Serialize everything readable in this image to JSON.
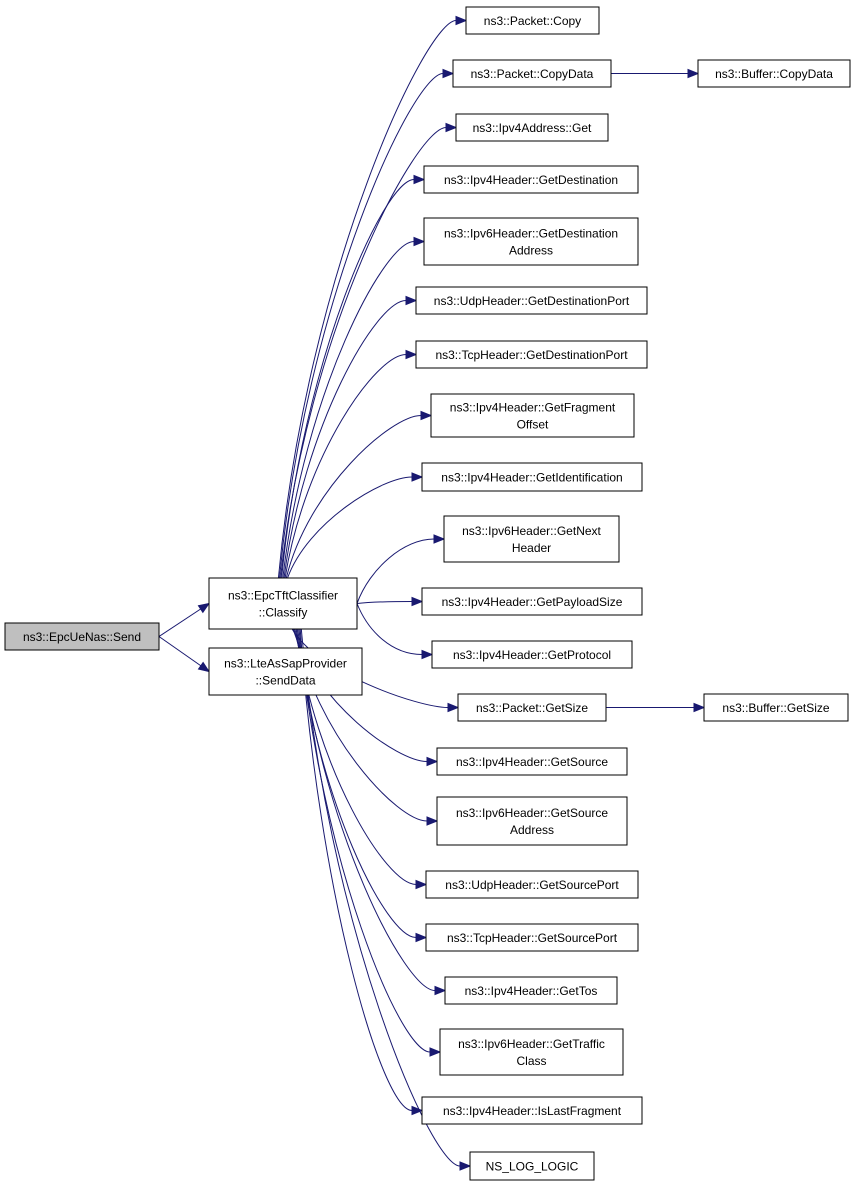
{
  "colors": {
    "edge": "#191970",
    "root_fill": "#bfbfbf",
    "node_fill": "#ffffff",
    "border": "#000000"
  },
  "nodes": [
    {
      "id": "send",
      "lines": [
        "ns3::EpcUeNas::Send"
      ]
    },
    {
      "id": "classify",
      "lines": [
        "ns3::EpcTftClassifier",
        "::Classify"
      ]
    },
    {
      "id": "senddata",
      "lines": [
        "ns3::LteAsSapProvider",
        "::SendData"
      ]
    },
    {
      "id": "copy",
      "lines": [
        "ns3::Packet::Copy"
      ]
    },
    {
      "id": "copydata",
      "lines": [
        "ns3::Packet::CopyData"
      ]
    },
    {
      "id": "bufcopydata",
      "lines": [
        "ns3::Buffer::CopyData"
      ]
    },
    {
      "id": "ipv4get",
      "lines": [
        "ns3::Ipv4Address::Get"
      ]
    },
    {
      "id": "ipv4dest",
      "lines": [
        "ns3::Ipv4Header::GetDestination"
      ]
    },
    {
      "id": "ipv6dest",
      "lines": [
        "ns3::Ipv6Header::GetDestination",
        "Address"
      ]
    },
    {
      "id": "udpdport",
      "lines": [
        "ns3::UdpHeader::GetDestinationPort"
      ]
    },
    {
      "id": "tcpdport",
      "lines": [
        "ns3::TcpHeader::GetDestinationPort"
      ]
    },
    {
      "id": "fragoff",
      "lines": [
        "ns3::Ipv4Header::GetFragment",
        "Offset"
      ]
    },
    {
      "id": "ident",
      "lines": [
        "ns3::Ipv4Header::GetIdentification"
      ]
    },
    {
      "id": "nexthdr",
      "lines": [
        "ns3::Ipv6Header::GetNext",
        "Header"
      ]
    },
    {
      "id": "payload",
      "lines": [
        "ns3::Ipv4Header::GetPayloadSize"
      ]
    },
    {
      "id": "proto",
      "lines": [
        "ns3::Ipv4Header::GetProtocol"
      ]
    },
    {
      "id": "pktsize",
      "lines": [
        "ns3::Packet::GetSize"
      ]
    },
    {
      "id": "bufsize",
      "lines": [
        "ns3::Buffer::GetSize"
      ]
    },
    {
      "id": "ipv4src",
      "lines": [
        "ns3::Ipv4Header::GetSource"
      ]
    },
    {
      "id": "ipv6src",
      "lines": [
        "ns3::Ipv6Header::GetSource",
        "Address"
      ]
    },
    {
      "id": "udpsport",
      "lines": [
        "ns3::UdpHeader::GetSourcePort"
      ]
    },
    {
      "id": "tcpsport",
      "lines": [
        "ns3::TcpHeader::GetSourcePort"
      ]
    },
    {
      "id": "tos",
      "lines": [
        "ns3::Ipv4Header::GetTos"
      ]
    },
    {
      "id": "traffic",
      "lines": [
        "ns3::Ipv6Header::GetTraffic",
        "Class"
      ]
    },
    {
      "id": "lastfrag",
      "lines": [
        "ns3::Ipv4Header::IsLastFragment"
      ]
    },
    {
      "id": "nslog",
      "lines": [
        "NS_LOG_LOGIC"
      ]
    }
  ],
  "edges": [
    [
      "send",
      "classify"
    ],
    [
      "send",
      "senddata"
    ],
    [
      "classify",
      "copy"
    ],
    [
      "classify",
      "copydata"
    ],
    [
      "classify",
      "ipv4get"
    ],
    [
      "classify",
      "ipv4dest"
    ],
    [
      "classify",
      "ipv6dest"
    ],
    [
      "classify",
      "udpdport"
    ],
    [
      "classify",
      "tcpdport"
    ],
    [
      "classify",
      "fragoff"
    ],
    [
      "classify",
      "ident"
    ],
    [
      "classify",
      "nexthdr"
    ],
    [
      "classify",
      "payload"
    ],
    [
      "classify",
      "proto"
    ],
    [
      "classify",
      "pktsize"
    ],
    [
      "classify",
      "ipv4src"
    ],
    [
      "classify",
      "ipv6src"
    ],
    [
      "classify",
      "udpsport"
    ],
    [
      "classify",
      "tcpsport"
    ],
    [
      "classify",
      "tos"
    ],
    [
      "classify",
      "traffic"
    ],
    [
      "classify",
      "lastfrag"
    ],
    [
      "classify",
      "nslog"
    ],
    [
      "copydata",
      "bufcopydata"
    ],
    [
      "pktsize",
      "bufsize"
    ]
  ]
}
